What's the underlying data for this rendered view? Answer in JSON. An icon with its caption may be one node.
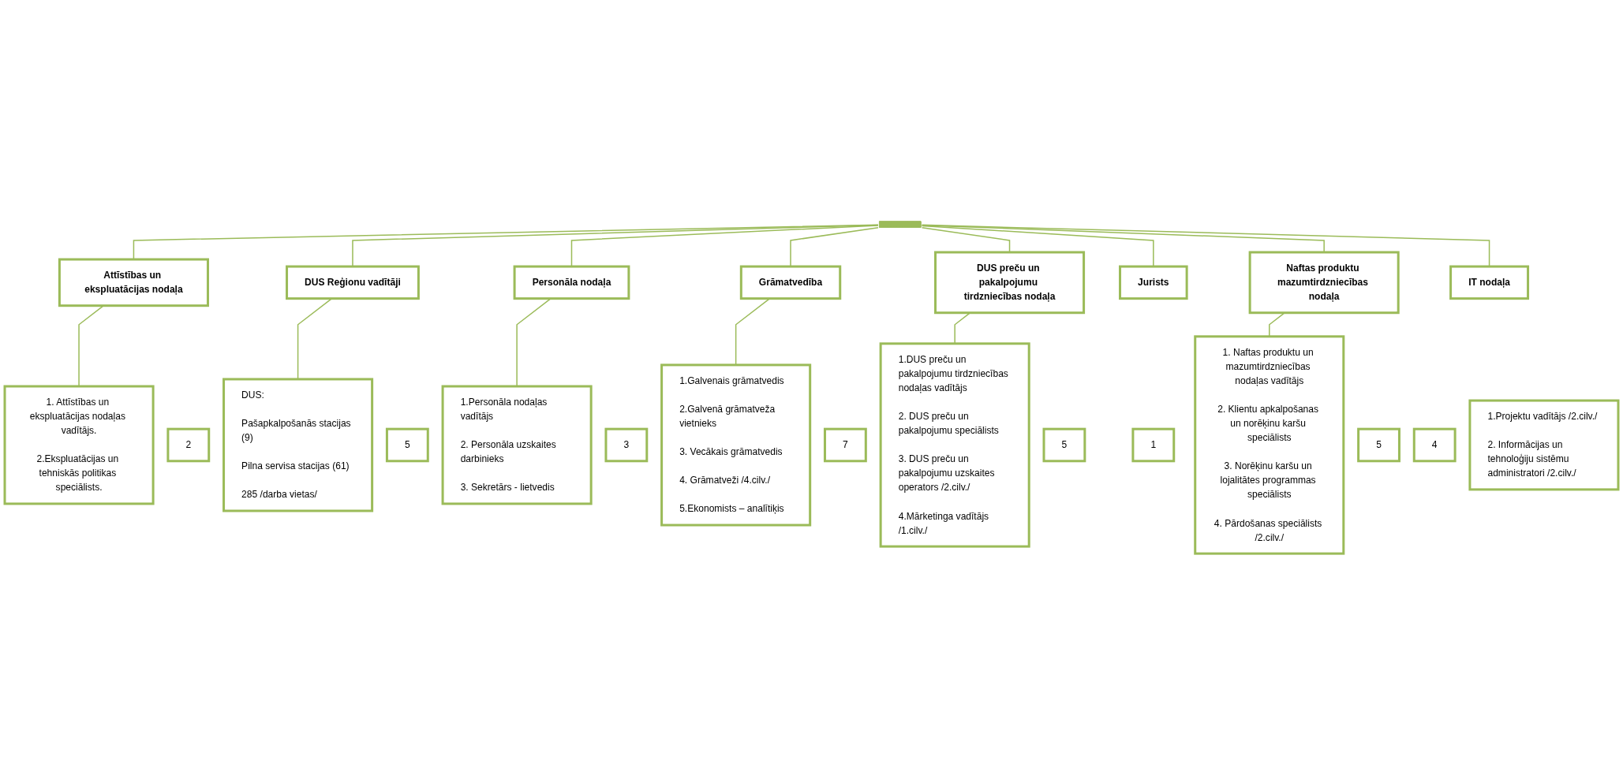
{
  "diagram": {
    "nodes": [
      {
        "text": [],
        "shape": "bar"
      },
      {
        "text": [
          "Attīstības un ekspluatācijas nodaļa"
        ]
      },
      {
        "text": [
          "2"
        ]
      },
      {
        "text": [
          "1. Attīstības un ekspluatācijas nodaļas vadītājs.",
          "2.Ekspluatācijas un tehniskās politikas speciālists."
        ]
      },
      {
        "text": [
          "DUS Reģionu vadītāji"
        ]
      },
      {
        "text": [
          "5"
        ]
      },
      {
        "text": [
          "DUS:",
          "Pašapkalpošanās stacijas (9)",
          "Pilna servisa stacijas (61)",
          "285 /darba vietas/"
        ]
      },
      {
        "text": [
          "Personāla nodaļa"
        ]
      },
      {
        "text": [
          "3"
        ]
      },
      {
        "text": [
          "1.Personāla nodaļas vadītājs",
          "2. Personāla uzskaites darbinieks",
          "3. Sekretārs - lietvedis"
        ]
      },
      {
        "text": [
          "Grāmatvedība"
        ]
      },
      {
        "text": [
          "7"
        ]
      },
      {
        "text": [
          "1.Galvenais grāmatvedis",
          "2.Galvenā grāmatveža vietnieks",
          "3. Vecākais grāmatvedis",
          "4. Grāmatveži /4.cilv./",
          "5.Ekonomists – analītiķis"
        ]
      },
      {
        "text": [
          "DUS preču un pakalpojumu tirdzniecības nodaļa"
        ]
      },
      {
        "text": [
          "5"
        ]
      },
      {
        "text": [
          "1.DUS preču un pakalpojumu tirdzniecības nodaļas vadītājs",
          "2. DUS preču un pakalpojumu speciālists",
          "3. DUS preču un pakalpojumu uzskaites operators /2.cilv./",
          "4.Mārketinga vadītājs /1.cilv./"
        ]
      },
      {
        "text": [
          "Jurists"
        ]
      },
      {
        "text": [
          "1"
        ]
      },
      {
        "text": [
          "Naftas produktu mazumtirdzniecības nodaļa"
        ]
      },
      {
        "text": [
          "5"
        ]
      },
      {
        "text": [
          "1. Naftas produktu un mazumtirdzniecības nodaļas vadītājs",
          "2. Klientu apkalpošanas un norēķinu karšu speciālists",
          "3. Norēķinu karšu un lojalitātes programmas speciālists",
          "4. Pārdošanas speciālists /2.cilv./"
        ]
      },
      {
        "text": [
          "IT nodaļa"
        ]
      },
      {
        "text": [
          "4"
        ]
      },
      {
        "text": [
          "1.Projektu vadītājs /2.cilv./",
          "2. Informācijas un tehnoloģiju sistēmu administratori /2.cilv./"
        ]
      }
    ],
    "edges": [
      {
        "from": 0,
        "to": 1,
        "arrow": "none"
      },
      {
        "from": 0,
        "to": 4,
        "arrow": "none"
      },
      {
        "from": 0,
        "to": 7,
        "arrow": "none"
      },
      {
        "from": 0,
        "to": 10,
        "arrow": "none"
      },
      {
        "from": 0,
        "to": 13,
        "arrow": "none"
      },
      {
        "from": 0,
        "to": 16,
        "arrow": "none"
      },
      {
        "from": 0,
        "to": 18,
        "arrow": "none"
      },
      {
        "from": 0,
        "to": 21,
        "arrow": "none"
      },
      {
        "from": 1,
        "to": 3,
        "arrow": "none"
      },
      {
        "from": 4,
        "to": 6,
        "arrow": "none"
      },
      {
        "from": 7,
        "to": 9,
        "arrow": "none"
      },
      {
        "from": 10,
        "to": 12,
        "arrow": "none"
      },
      {
        "from": 13,
        "to": 15,
        "arrow": "none"
      },
      {
        "from": 18,
        "to": 20,
        "arrow": "none"
      }
    ]
  }
}
